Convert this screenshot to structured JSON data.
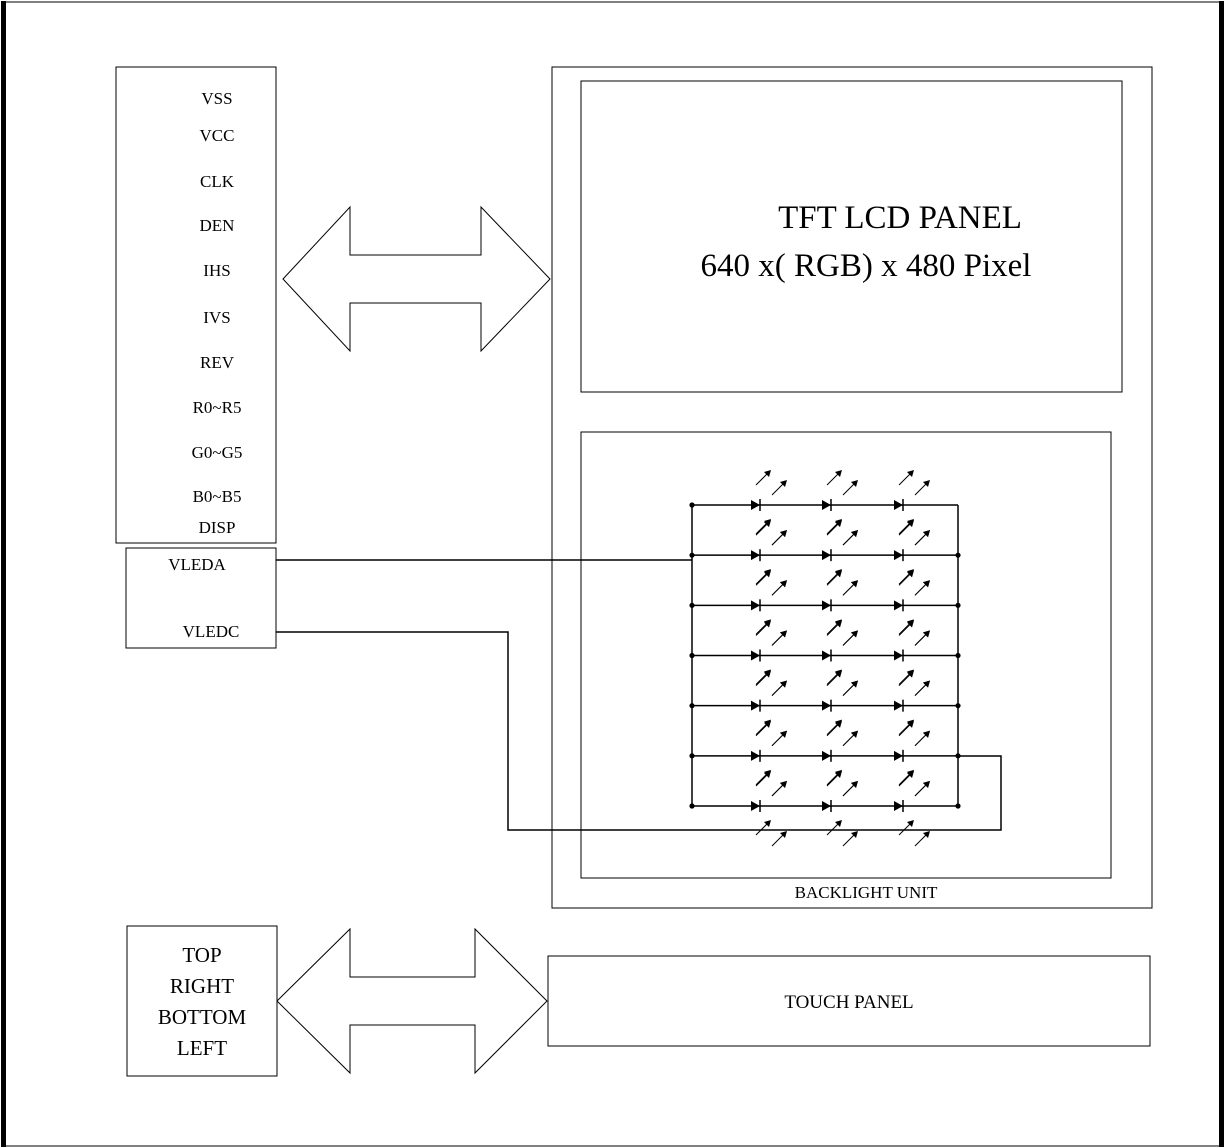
{
  "interface_pins": [
    "VSS",
    "VCC",
    "CLK",
    "DEN",
    "IHS",
    "IVS",
    "REV",
    "R0~R5",
    "G0~G5",
    "B0~B5",
    "DISP"
  ],
  "led_power_pins": {
    "anode": "VLEDA",
    "cathode": "VLEDC"
  },
  "lcd_panel": {
    "title": "TFT LCD PANEL",
    "resolution": "640 x( RGB) x 480 Pixel"
  },
  "backlight": {
    "label": "BACKLIGHT UNIT",
    "led_rows": 7,
    "leds_per_row": 3
  },
  "touch_panel": {
    "label": "TOUCH PANEL",
    "directions": [
      "TOP",
      "RIGHT",
      "BOTTOM",
      "LEFT"
    ]
  }
}
